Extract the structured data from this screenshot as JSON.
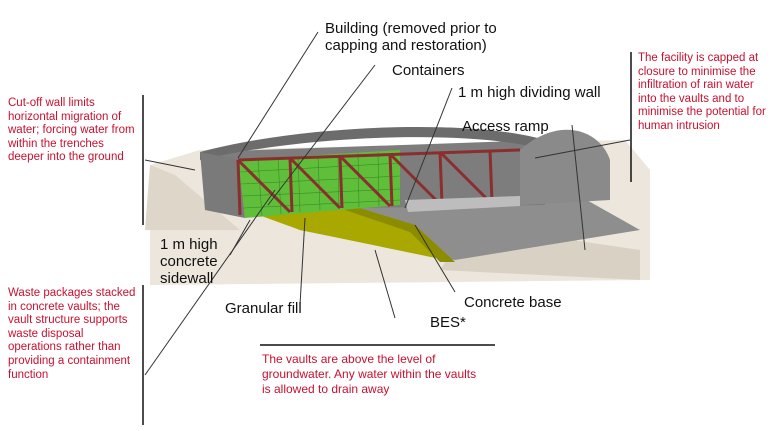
{
  "labels": {
    "building": "Building (removed prior to capping and restoration)",
    "containers": "Containers",
    "dividing_wall": "1 m high dividing wall",
    "access_ramp": "Access ramp",
    "sidewall": "1 m high concrete sidewall",
    "granular_fill": "Granular fill",
    "concrete_base": "Concrete base",
    "bes": "BES*"
  },
  "notes": {
    "capped": "The facility is capped at closure  to minimise the infiltration of rain water into the vaults and to minimise the potential for human intrusion",
    "cutoff": "Cut-off wall limits horizontal migration of water; forcing water from within the trenches deeper into the ground",
    "waste": "Waste packages stacked in concrete vaults; the vault structure supports waste disposal operations rather than providing a containment function",
    "vaults": "The vaults are above the level of groundwater. Any water within the vaults is allowed to drain away"
  },
  "colors": {
    "note_text": "#c8102e",
    "containers": "#5fbf3a",
    "granular_fill": "#a8a800",
    "steel_frame": "#8a2e2e",
    "concrete": "#9a9a9a"
  }
}
